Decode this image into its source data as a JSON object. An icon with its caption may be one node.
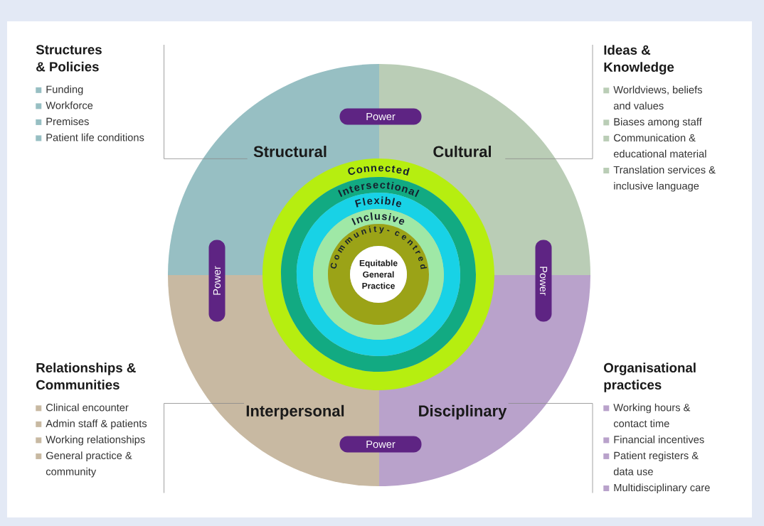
{
  "diagram": {
    "nodes": [
      {
        "text": [
          "Structures & Policies",
          "Funding",
          "Workforce",
          "Premises",
          "Patient life conditions"
        ]
      },
      {
        "text": [
          "Ideas & Knowledge",
          "Worldviews, beliefs and values",
          "Biases among staff",
          "Communication & educational material",
          "Translation services & inclusive language"
        ]
      },
      {
        "text": [
          "Power"
        ]
      },
      {
        "text": [
          "Structural"
        ]
      },
      {
        "text": [
          "Cultural"
        ]
      },
      {
        "text": [
          "Connected"
        ]
      },
      {
        "text": [
          "Intersectional"
        ],
        "in": 5
      },
      {
        "text": [
          "Flexible"
        ],
        "in": 6
      },
      {
        "text": [
          "Inclusive"
        ],
        "in": 7
      },
      {
        "text": [
          "Community-centred"
        ],
        "in": 8
      },
      {
        "text": [
          "Equitable General Practice"
        ],
        "in": 9
      },
      {
        "text": [
          "Power"
        ]
      },
      {
        "text": [
          "Power"
        ]
      },
      {
        "text": [
          "Relationships & Communities",
          "Clinical encounter",
          "Admin staff & patients",
          "Working relationships",
          "General practice & community"
        ]
      },
      {
        "text": [
          "Organisational practices",
          "Working hours & contact time",
          "Financial incentives",
          "Patient registers & data use",
          "Multidisciplinary care"
        ]
      },
      {
        "text": [
          "Interpersonal"
        ]
      },
      {
        "text": [
          "Disciplinary"
        ]
      },
      {
        "text": [
          "Power"
        ]
      }
    ],
    "edges": [
      {
        "from": 0,
        "to": 3,
        "arrow": "none"
      },
      {
        "from": 1,
        "to": 4,
        "arrow": "none"
      },
      {
        "from": 13,
        "to": 15,
        "arrow": "none"
      },
      {
        "from": 14,
        "to": 16,
        "arrow": "none"
      }
    ]
  }
}
